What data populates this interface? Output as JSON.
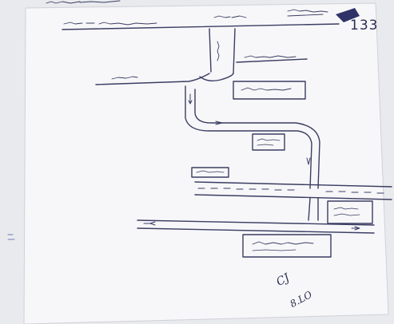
{
  "page_number": "133",
  "signature": {
    "initials": "CJ",
    "date_mark": "8.LO"
  },
  "colors": {
    "paper": "#f6f6f8",
    "ink": "#2a2d52",
    "background": "#e9eaee"
  }
}
